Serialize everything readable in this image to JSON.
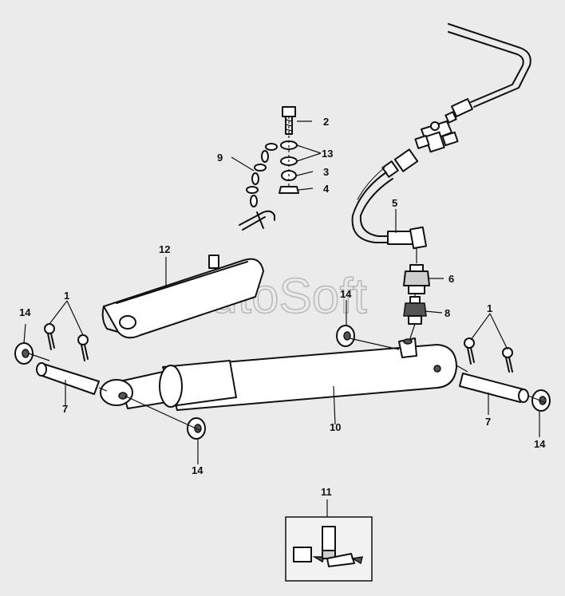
{
  "watermark": "AutoSoft",
  "labels": {
    "l1a": "1",
    "l1b": "1",
    "l2": "2",
    "l3": "3",
    "l4": "4",
    "l5": "5",
    "l6": "6",
    "l7a": "7",
    "l7b": "7",
    "l8": "8",
    "l9": "9",
    "l10": "10",
    "l11": "11",
    "l12": "12",
    "l13": "13",
    "l14a": "14",
    "l14b": "14",
    "l14c": "14",
    "l14d": "14"
  },
  "colors": {
    "background": "#ebebeb",
    "line": "#111111",
    "watermark": "#b8b8b8"
  }
}
